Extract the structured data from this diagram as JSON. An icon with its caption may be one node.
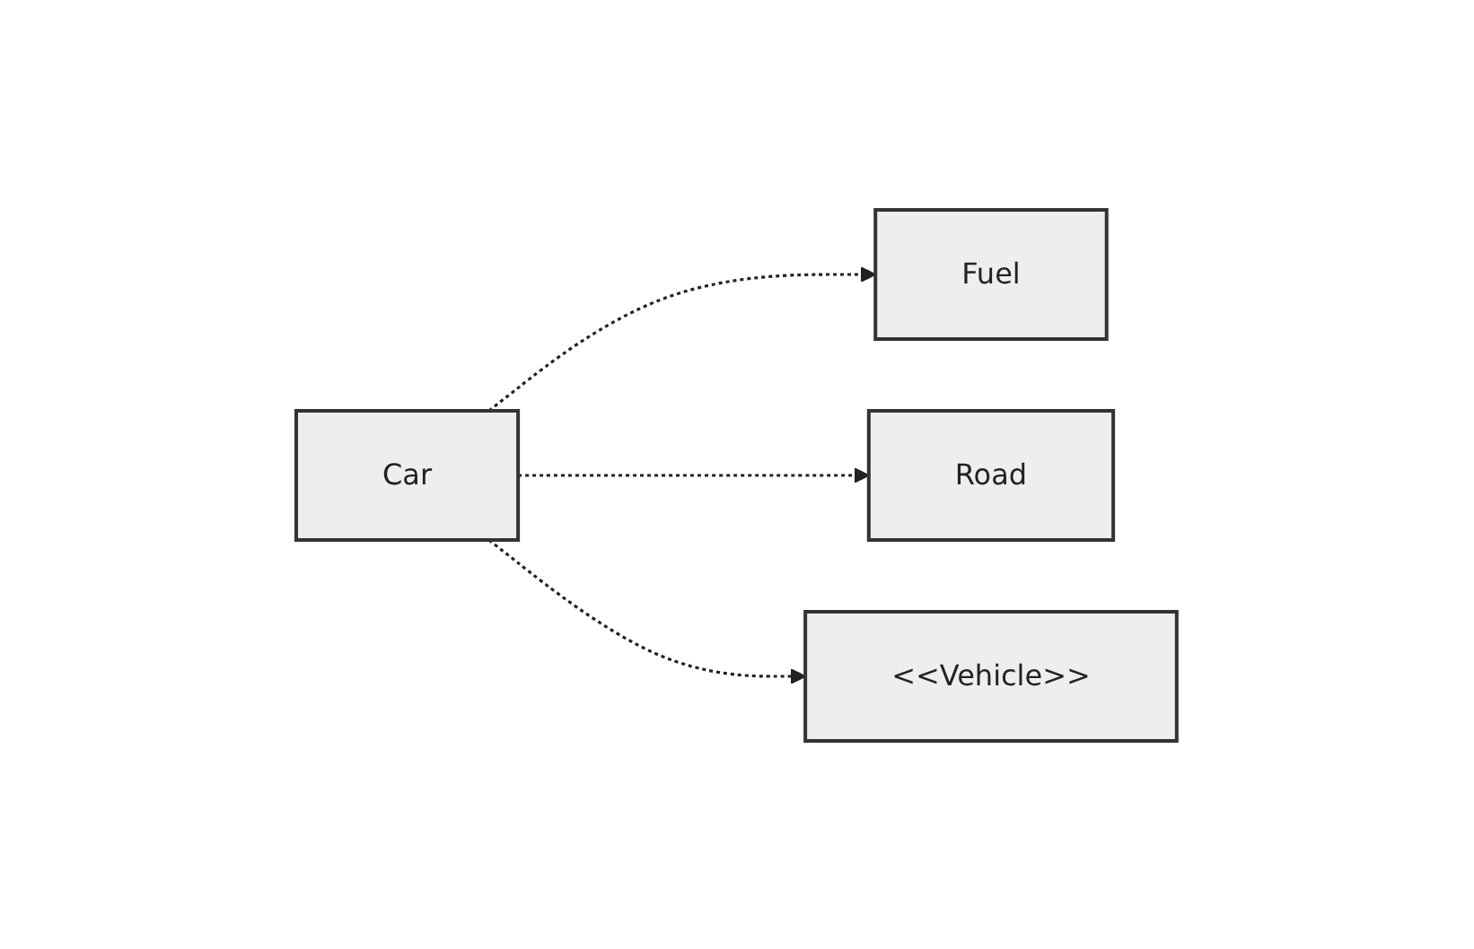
{
  "diagram": {
    "nodes": [
      {
        "text": [
          "Car"
        ]
      },
      {
        "text": [
          "Fuel"
        ]
      },
      {
        "text": [
          "Road"
        ]
      },
      {
        "text": [
          "<<Vehicle>>"
        ]
      }
    ],
    "edges": [
      {
        "from": 0,
        "to": 1,
        "arrow": "to",
        "style": "dashed"
      },
      {
        "from": 0,
        "to": 2,
        "arrow": "to",
        "style": "dashed"
      },
      {
        "from": 0,
        "to": 3,
        "arrow": "to",
        "style": "dashed"
      }
    ]
  }
}
